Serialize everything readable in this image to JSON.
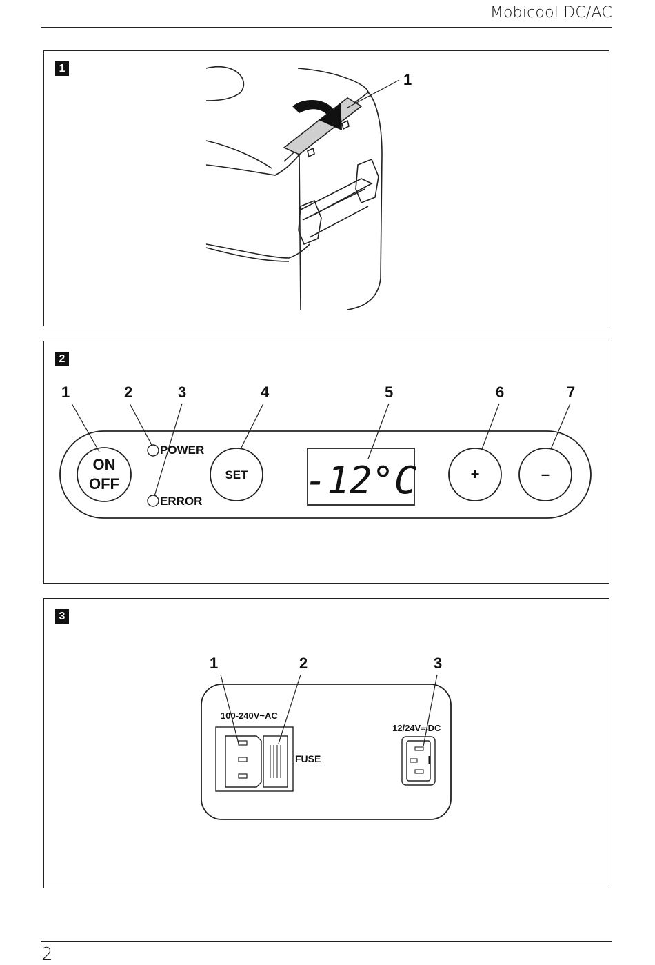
{
  "header": {
    "title": "Mobicool DC/AC"
  },
  "footer": {
    "page_number": "2"
  },
  "figures": [
    {
      "number": "1",
      "callouts": [
        "1"
      ]
    },
    {
      "number": "2",
      "callouts": [
        "1",
        "2",
        "3",
        "4",
        "5",
        "6",
        "7"
      ],
      "on_off_label_line1": "ON",
      "on_off_label_line2": "OFF",
      "power_label": "POWER",
      "error_label": "ERROR",
      "set_label": "SET",
      "display_value": "-12°C",
      "plus_label": "+",
      "minus_label": "–"
    },
    {
      "number": "3",
      "callouts": [
        "1",
        "2",
        "3"
      ],
      "ac_label": "100-240V~AC",
      "fuse_label": "FUSE",
      "dc_label": "12/24V⎓DC"
    }
  ]
}
